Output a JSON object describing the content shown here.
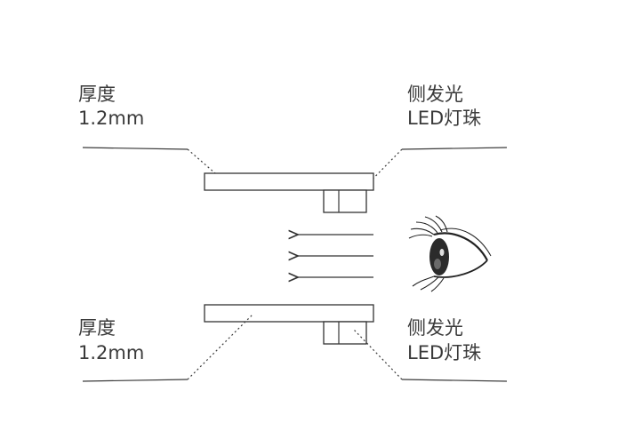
{
  "top_left_label": {
    "line1": "厚度",
    "line2": "1.2mm"
  },
  "top_right_label": {
    "line1": "侧发光",
    "line2": "LED灯珠"
  },
  "bottom_left_label": {
    "line1": "厚度",
    "line2": "1.2mm"
  },
  "bottom_right_label": {
    "line1": "侧发光",
    "line2": "LED灯珠"
  },
  "icons": {
    "viewer": "eye-icon",
    "light_direction": "arrow-left-icon"
  },
  "colors": {
    "line": "#3a3a3a",
    "background": "#ffffff"
  }
}
